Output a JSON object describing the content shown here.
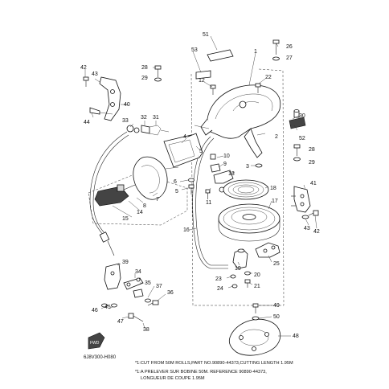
{
  "diagram_code": "6J8V300-H080",
  "fwd_label": "FWD",
  "notes": {
    "en": "*1:CUT FROM 50M ROLLS,PART NO.90890-44373,CUTTING LENGTH 1.95M",
    "fr1": "*1:A PRELEVER SUR BOBINE 50M. REFERENCE 90890-44373,",
    "fr2": "LONGUEUR DE COUPE 1.95M"
  },
  "callouts": {
    "n1": "1",
    "n2": "2",
    "n3": "3",
    "n4": "4",
    "n5": "5",
    "n6": "6",
    "n7": "7",
    "n8": "8",
    "n9": "9",
    "n10": "10",
    "n11": "11",
    "n12": "12",
    "n13": "13",
    "n14": "14",
    "n15": "15",
    "n16": "16",
    "n17": "17",
    "n18": "18",
    "n19": "19",
    "n20": "20",
    "n21": "21",
    "n22": "22",
    "n23": "23",
    "n24": "24",
    "n25": "25",
    "n26": "26",
    "n27": "27",
    "n28a": "28",
    "n28b": "28",
    "n29a": "29",
    "n29b": "29",
    "n30": "30",
    "n31": "31",
    "n32": "32",
    "n33": "33",
    "n34": "34",
    "n35": "35",
    "n36": "36",
    "n37": "37",
    "n38": "38",
    "n39": "39",
    "n40": "40",
    "n41": "41",
    "n42a": "42",
    "n42b": "42",
    "n43a": "43",
    "n43b": "43",
    "n44": "44",
    "n45": "45",
    "n46": "46",
    "n47": "47",
    "n48": "48",
    "n49": "49",
    "n50": "50",
    "n51": "51",
    "n52": "52",
    "n53": "53"
  }
}
